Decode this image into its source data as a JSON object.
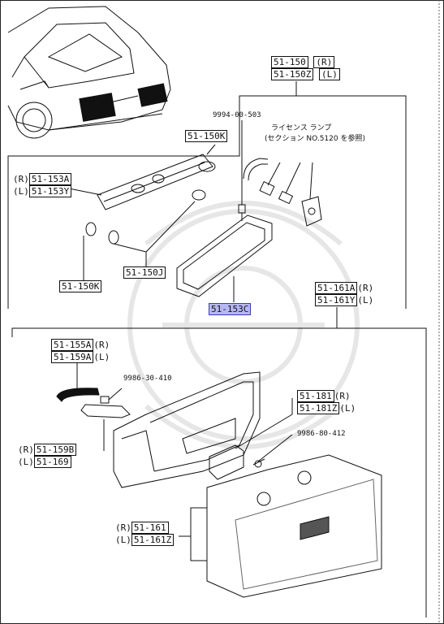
{
  "assembly": {
    "right": "51-150",
    "left": "51-150Z",
    "right_side": "(R)",
    "left_side": "(L)"
  },
  "screw_top": "9994-00-503",
  "license_note": {
    "line1": "ライセンス ランプ",
    "line2_prefix": "(セクション",
    "line2_ref": "NO.5120",
    "line2_suffix": "を参照)"
  },
  "bulb_51_150K_top": "51-150K",
  "socket_51_153": {
    "right_side": "(R)",
    "right": "51-153A",
    "left_side": "(L)",
    "left": "51-153Y"
  },
  "bulb_51_150J": "51-150J",
  "bulb_51_150K_bottom": "51-150K",
  "gasket": "51-153C",
  "lens_assembly": {
    "right": "51-161A",
    "right_side": "(R)",
    "left": "51-161Y",
    "left_side": "(L)"
  },
  "seal_51_155": {
    "right": "51-155A",
    "right_side": "(R)",
    "left": "51-159A",
    "left_side": "(L)"
  },
  "clip": "9986-30-410",
  "garnish": {
    "right_side": "(R)",
    "right": "51-159B",
    "left_side": "(L)",
    "left": "51-169"
  },
  "reflector": {
    "right": "51-181",
    "right_side": "(R)",
    "left": "51-181Z",
    "left_side": "(L)"
  },
  "screw_bottom": "9986-80-412",
  "lens": {
    "right_side": "(R)",
    "right": "51-161",
    "left_side": "(L)",
    "left": "51-161Z"
  }
}
